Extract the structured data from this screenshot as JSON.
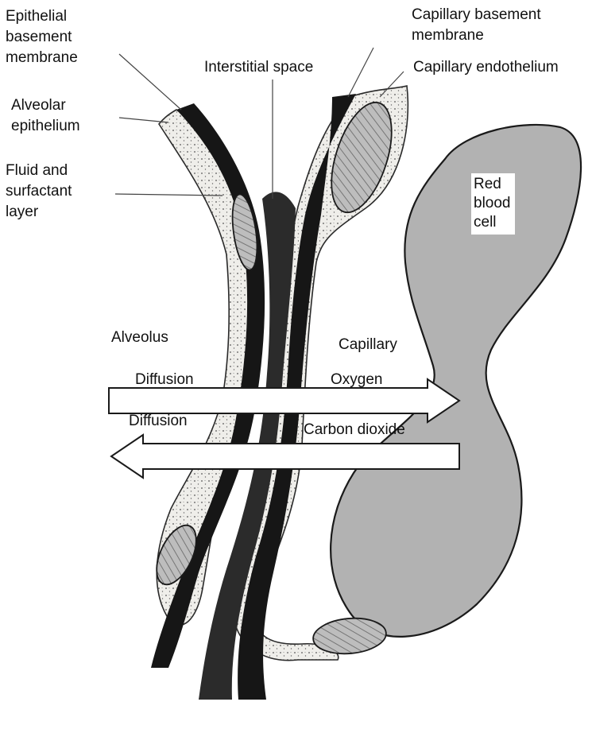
{
  "labels": {
    "epithelial_basement_membrane": [
      "Epithelial",
      "basement",
      "membrane"
    ],
    "alveolar_epithelium": [
      "Alveolar",
      "epithelium"
    ],
    "fluid_surfactant_layer": [
      "Fluid and",
      "surfactant",
      "layer"
    ],
    "interstitial_space": "Interstitial space",
    "capillary_basement_membrane": [
      "Capillary basement",
      "membrane"
    ],
    "capillary_endothelium": "Capillary endothelium",
    "red_blood_cell": [
      "Red",
      "blood",
      "cell"
    ],
    "alveolus": "Alveolus",
    "capillary": "Capillary",
    "diffusion_top": "Diffusion",
    "oxygen": "Oxygen",
    "diffusion_bottom": "Diffusion",
    "carbon_dioxide": "Carbon dioxide"
  },
  "colors": {
    "membrane_dark": "#161616",
    "epithelium_light": "#efeeea",
    "red_blood_cell_fill": "#b2b2b2",
    "nucleus_fill": "#bdbdbd",
    "arrow_fill": "#ffffff",
    "label_text": "#111111"
  }
}
